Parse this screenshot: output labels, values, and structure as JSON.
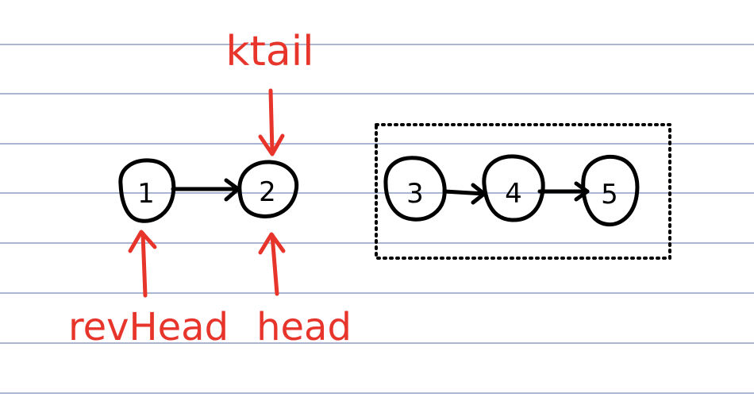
{
  "colors": {
    "paper": "#ffffff",
    "rule": "#aab6d3",
    "ink": "#000000",
    "annotation": "#e8352b"
  },
  "nodes": [
    {
      "id": "n1",
      "label": "1"
    },
    {
      "id": "n2",
      "label": "2"
    },
    {
      "id": "n3",
      "label": "3"
    },
    {
      "id": "n4",
      "label": "4"
    },
    {
      "id": "n5",
      "label": "5"
    }
  ],
  "edges": [
    {
      "from": "1",
      "to": "2"
    },
    {
      "from": "3",
      "to": "4"
    },
    {
      "from": "4",
      "to": "5"
    }
  ],
  "annotations": {
    "ktail": "ktail",
    "revHead": "revHead",
    "head": "head"
  }
}
